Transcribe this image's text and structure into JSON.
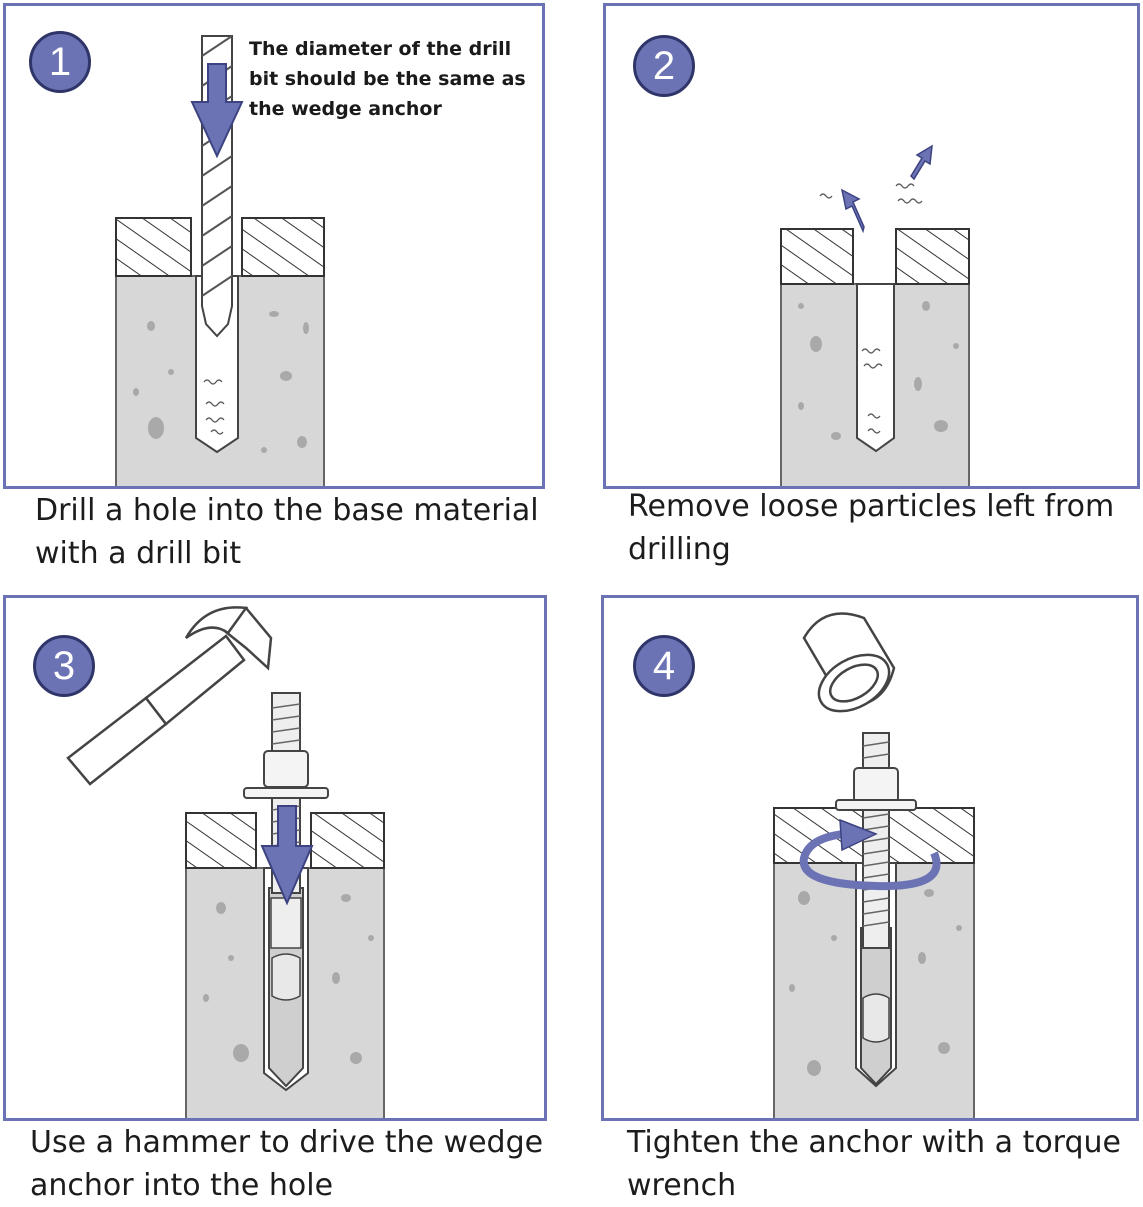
{
  "colors": {
    "accent": "#6c73b5",
    "accent_dark": "#2f3568",
    "concrete": "#d7d7d7"
  },
  "steps": [
    {
      "number": "1",
      "note": "The diameter of the drill bit should be the same as the wedge anchor",
      "caption_line1": "Drill a hole into the base material",
      "caption_line2": "with a drill bit"
    },
    {
      "number": "2",
      "caption_line1": "Remove loose particles left from",
      "caption_line2": "drilling"
    },
    {
      "number": "3",
      "caption_line1": "Use a hammer to drive the wedge",
      "caption_line2": "anchor into the hole"
    },
    {
      "number": "4",
      "caption_line1": "Tighten the anchor with a torque",
      "caption_line2": "wrench"
    }
  ]
}
